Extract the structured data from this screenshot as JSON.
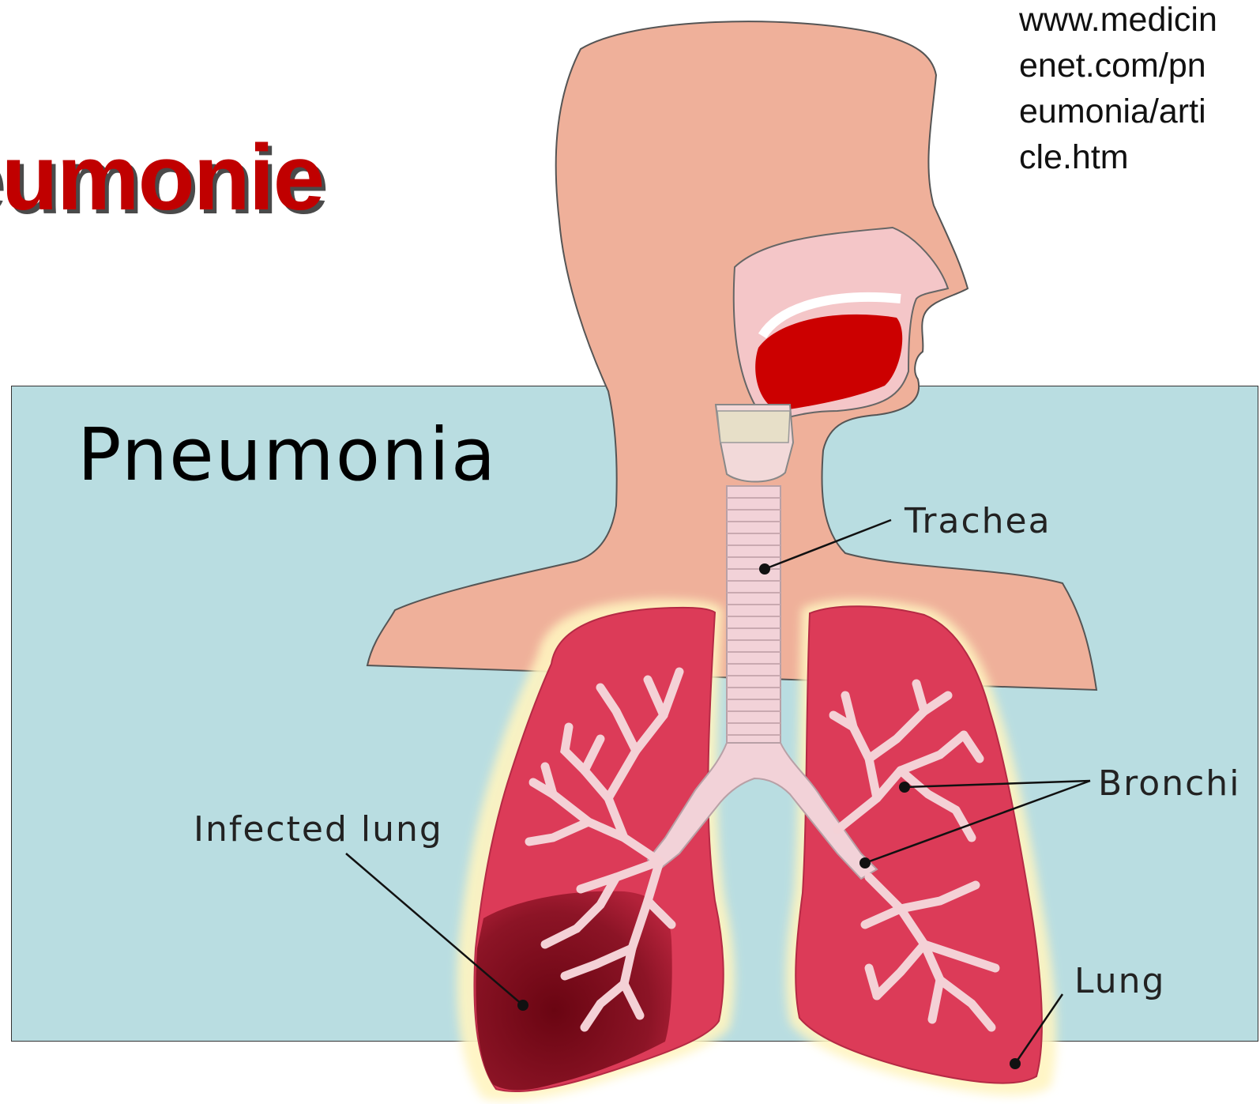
{
  "slide": {
    "title": "eumonie",
    "source_lines": [
      "www.medicin",
      "enet.com/pn",
      "eumonia/arti",
      "cle.htm"
    ]
  },
  "diagram": {
    "title": "Pneumonia",
    "labels": {
      "trachea": "Trachea",
      "bronchi": "Bronchi",
      "infected_lung": "Infected lung",
      "lung": "Lung"
    }
  },
  "colors": {
    "title_red": "#c00000",
    "panel": "#b9dde1",
    "skin": "#efb09a",
    "lung": "#dc3b58",
    "infected": "#7e0d1d",
    "airway": "#f4d1d6"
  }
}
